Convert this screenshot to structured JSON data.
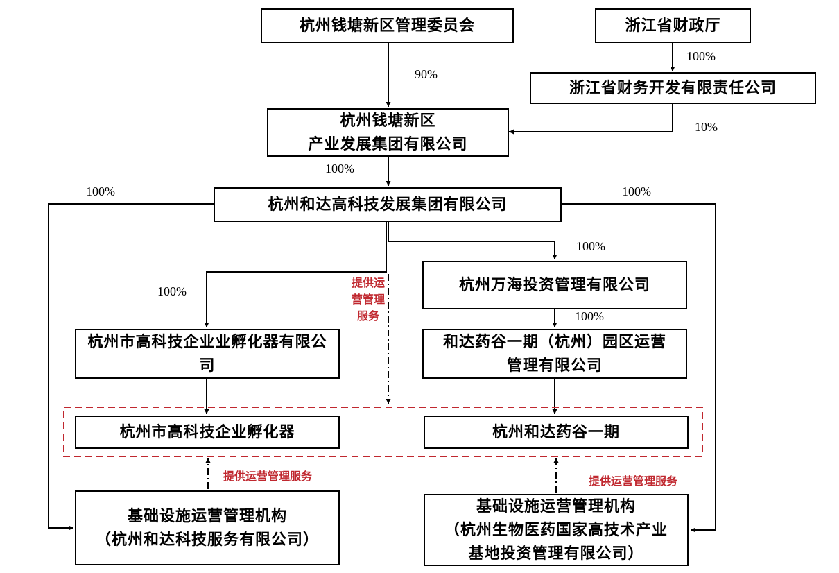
{
  "nodes": {
    "committee": "杭州钱塘新区管理委员会",
    "finance_dept": "浙江省财政厅",
    "finance_dev": "浙江省财务开发有限责任公司",
    "industry_group_l1": "杭州钱塘新区",
    "industry_group_l2": "产业发展集团有限公司",
    "heda_group": "杭州和达高科技发展集团有限公司",
    "wanhai": "杭州万海投资管理有限公司",
    "incubator_co_l1": "杭州市高科技企业业孵化器有限公",
    "incubator_co_l2": "司",
    "yaogu_co_l1": "和达药谷一期（杭州）园区运营",
    "yaogu_co_l2": "管理有限公司",
    "incubator": "杭州市高科技企业孵化器",
    "yaogu": "杭州和达药谷一期",
    "infra_left_l1": "基础设施运营管理机构",
    "infra_left_l2": "（杭州和达科技服务有限公司）",
    "infra_right_l1": "基础设施运营管理机构",
    "infra_right_l2": "（杭州生物医药国家高技术产业",
    "infra_right_l3": "基地投资管理有限公司）"
  },
  "percentages": {
    "committee_to_group": "90%",
    "dept_to_dev": "100%",
    "dev_to_group": "10%",
    "group_to_heda": "100%",
    "heda_to_left_infra": "100%",
    "heda_to_right_infra": "100%",
    "heda_to_wanhai": "100%",
    "heda_to_incubator_co": "100%",
    "wanhai_to_yaogu_co": "100%"
  },
  "notes": {
    "center_l1": "提供运",
    "center_l2": "营管理",
    "center_l3": "服务",
    "left": "提供运营管理服务",
    "right": "提供运营管理服务"
  },
  "colors": {
    "line": "#000000",
    "dashed_frame": "#c0282f",
    "note_text": "#c0282f"
  }
}
